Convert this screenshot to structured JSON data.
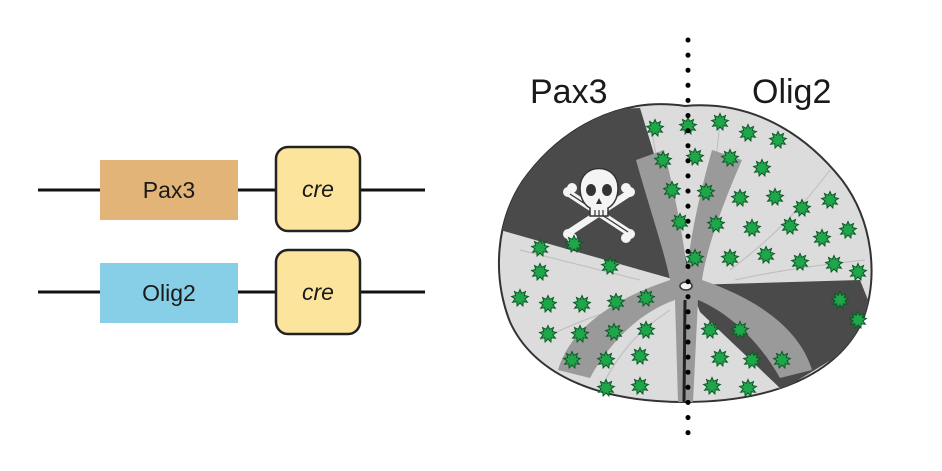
{
  "constructs": [
    {
      "promoter": "Pax3",
      "gene": "cre",
      "promoter_color": "#E2B477",
      "gene_color": "#FCE49D"
    },
    {
      "promoter": "Olig2",
      "gene": "cre",
      "promoter_color": "#86CFE6",
      "gene_color": "#FCE49D"
    }
  ],
  "section": {
    "left_label": "Pax3",
    "right_label": "Olig2",
    "ablated_icon": "skull-crossbones-icon",
    "cell_icon": "green-star-cell-icon",
    "colors": {
      "white_matter": "#dcdcdc",
      "dark_domain": "#4a4a4a",
      "grey_matter": "#9a9a9a",
      "cell_fill": "#1fa64a",
      "cell_stroke": "#0b5a26"
    }
  }
}
